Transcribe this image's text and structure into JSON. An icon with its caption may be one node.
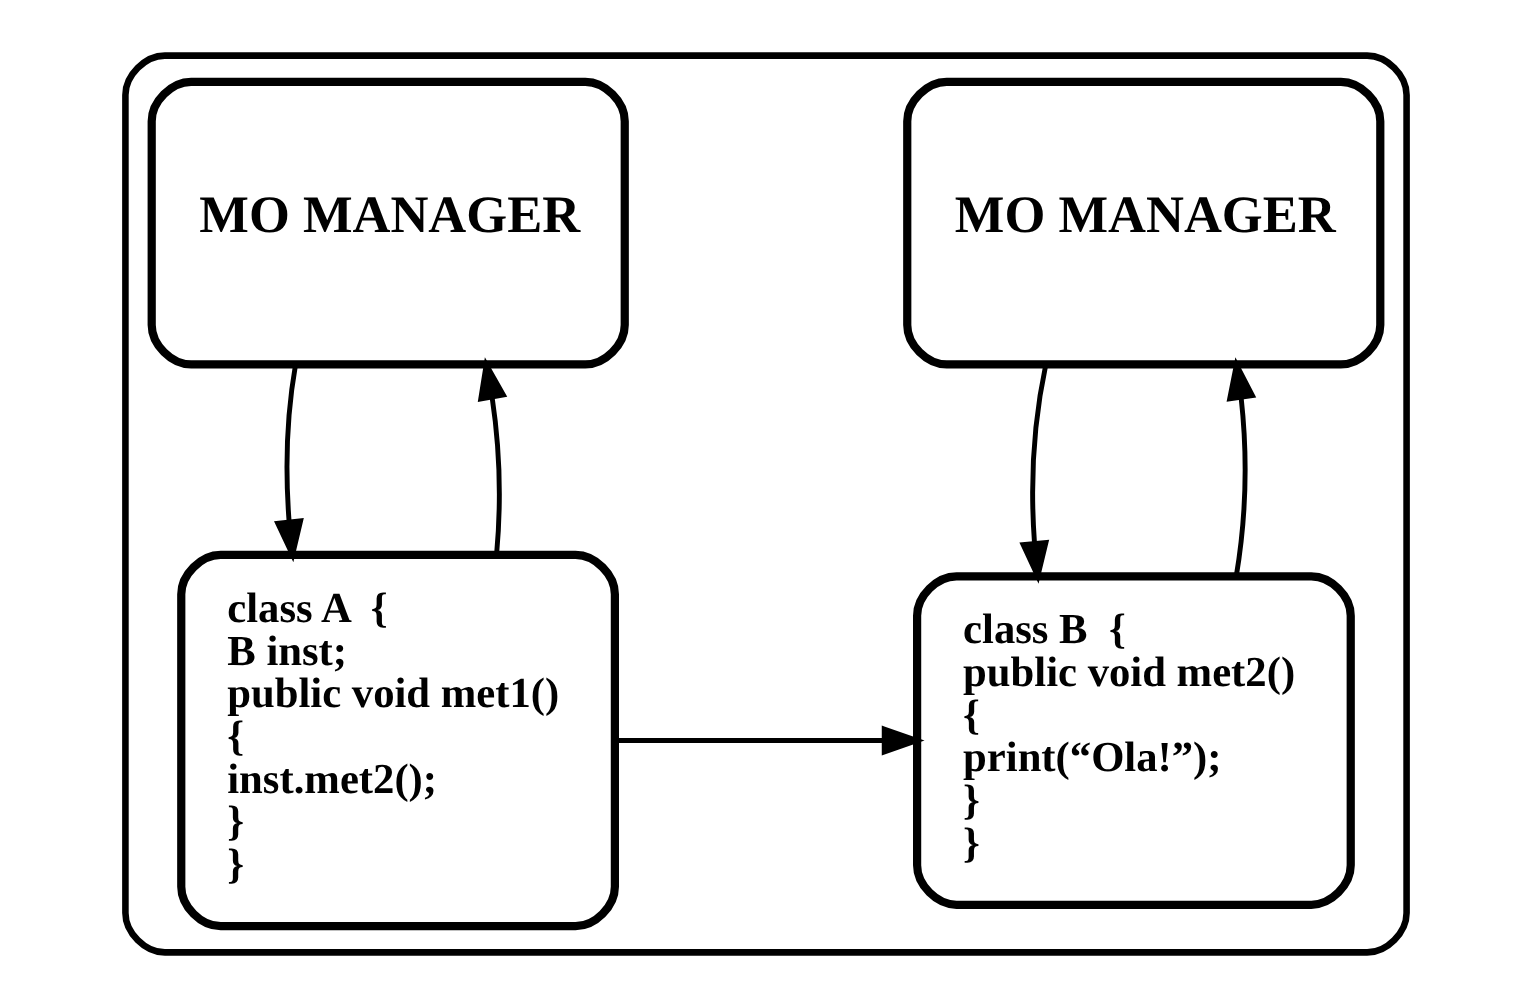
{
  "diagram": {
    "nodes": [
      {
        "text": [],
        "shape": "box"
      },
      {
        "text": [
          "MO MANAGER"
        ],
        "in": 0
      },
      {
        "text": [
          "MO MANAGER"
        ],
        "in": 0
      },
      {
        "text": [
          "class A  {",
          "B inst;",
          "public void met1()",
          "{",
          "inst.met2();",
          "}",
          "}"
        ],
        "in": 0
      },
      {
        "text": [
          "class B  {",
          "public void met2()",
          "{",
          "print(“Ola!”);",
          "}",
          "}"
        ],
        "in": 0
      }
    ],
    "edges": [
      {
        "from": 3,
        "to": 1,
        "arrow": "to"
      },
      {
        "from": 1,
        "to": 3,
        "arrow": "to"
      },
      {
        "from": 4,
        "to": 2,
        "arrow": "to"
      },
      {
        "from": 2,
        "to": 4,
        "arrow": "to"
      },
      {
        "from": 3,
        "to": 4,
        "arrow": "to"
      }
    ]
  }
}
